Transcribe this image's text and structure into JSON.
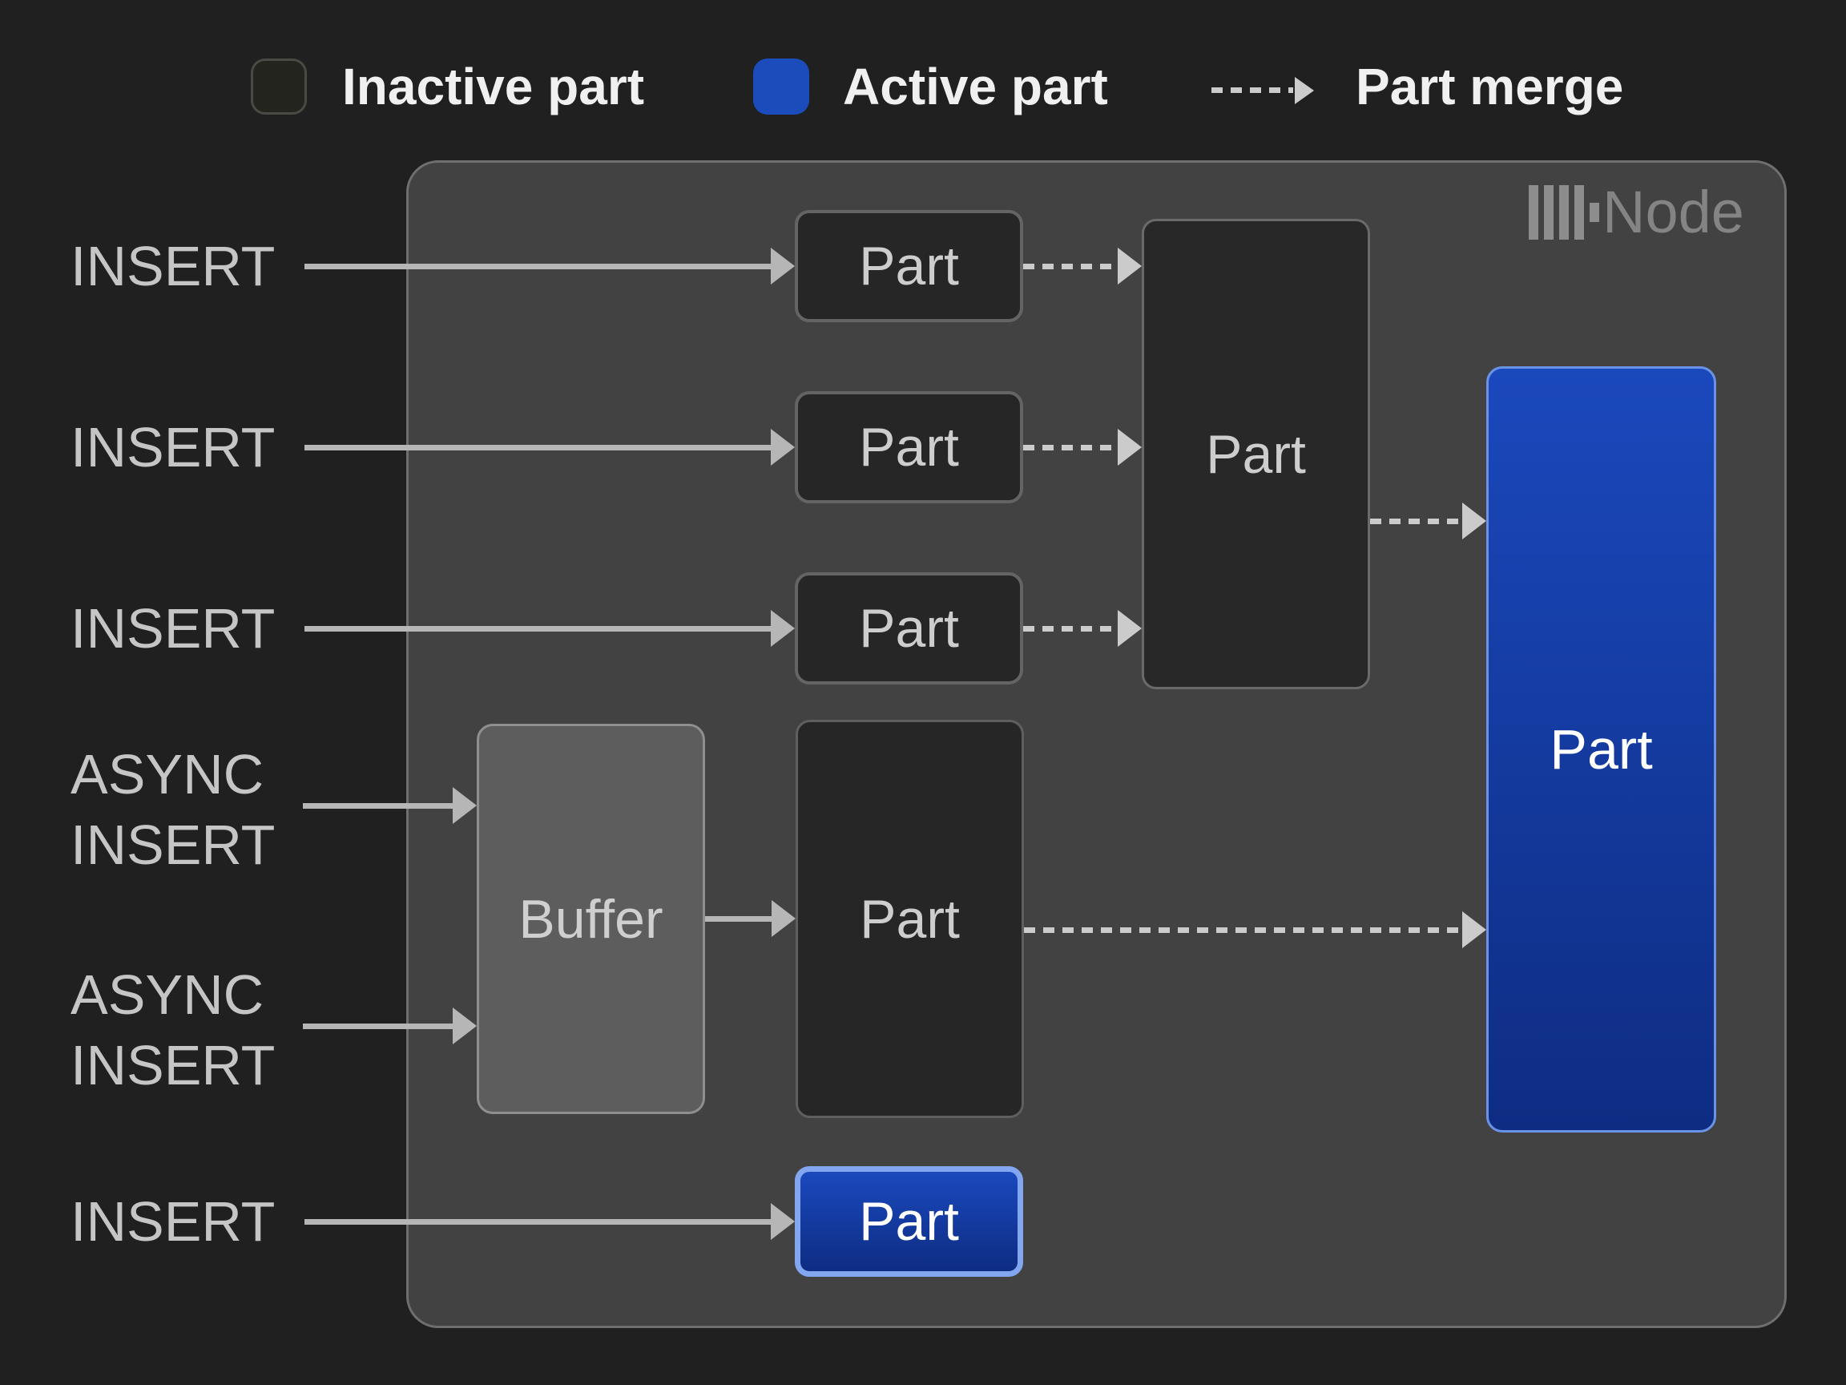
{
  "legend": {
    "inactive": "Inactive part",
    "active": "Active part",
    "merge": "Part merge"
  },
  "node": {
    "title": "Node"
  },
  "inputs": [
    "INSERT",
    "INSERT",
    "INSERT",
    "ASYNC INSERT",
    "ASYNC INSERT",
    "INSERT"
  ],
  "labels": {
    "part": "Part",
    "buffer": "Buffer"
  },
  "icons": {
    "clickhouse_logo": "clickhouse-bars-icon",
    "merge_arrow": "dashed-arrow-icon"
  },
  "colors": {
    "background": "#202020",
    "node_background": "#424242",
    "inactive_part_fill": "#262626",
    "buffer_fill": "#5d5d5d",
    "active_part_blue_top": "#1a49bd",
    "active_part_blue_bottom": "#0e2c82",
    "active_part_border": "#82a6f0",
    "legend_active_blue": "#1c4bbc",
    "arrow_gray": "#b6b6b6",
    "dashed_arrow_gray": "#cbcbcb"
  }
}
